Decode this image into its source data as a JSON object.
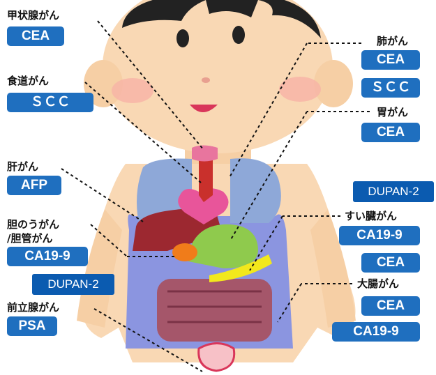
{
  "colors": {
    "badge_blue": "#1f6fbf",
    "badge_blue_alt": "#0b5bb0",
    "skin": "#f9d8b4",
    "hair": "#222222"
  },
  "labels": {
    "thyroid": {
      "title": "甲状腺がん",
      "markers": [
        "CEA"
      ]
    },
    "esophagus": {
      "title": "食道がん",
      "markers": [
        "ＳＣＣ"
      ]
    },
    "liver": {
      "title": "肝がん",
      "markers": [
        "AFP"
      ]
    },
    "biliary": {
      "title_line1": "胆のうがん",
      "title_line2": "/胆管がん",
      "markers": [
        "CA19-9"
      ],
      "extra_marker": "DUPAN-2"
    },
    "prostate": {
      "title": "前立腺がん",
      "markers": [
        "PSA"
      ]
    },
    "lung": {
      "title": "肺がん",
      "markers": [
        "CEA",
        "ＳＣＣ"
      ]
    },
    "stomach": {
      "title": "胃がん",
      "markers": [
        "CEA"
      ]
    },
    "pancreas": {
      "title": "すい臓がん",
      "markers": [
        "CA19-9",
        "CEA"
      ],
      "extra_marker": "DUPAN-2"
    },
    "colon": {
      "title": "大腸がん",
      "markers": [
        "CEA",
        "CA19-9"
      ]
    }
  }
}
